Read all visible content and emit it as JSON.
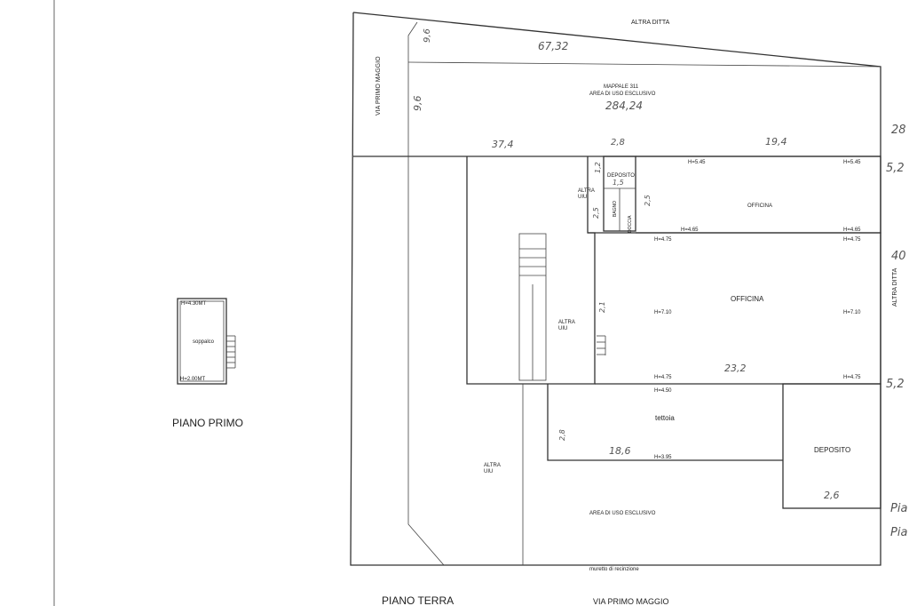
{
  "first_floor": {
    "title": "PIANO PRIMO",
    "room": "soppalco",
    "height_top": "H=4.30MT",
    "height_bottom": "H=2.00MT"
  },
  "ground_floor": {
    "title": "PIANO TERRA"
  },
  "streets": {
    "left": "VIA PRIMO MAGGIO",
    "bottom": "VIA PRIMO MAGGIO"
  },
  "neighbors": {
    "top": "ALTRA DITTA",
    "right": "ALTRA DITTA",
    "uiu_left_top": "ALTRA\nUIU",
    "uiu_middle": "ALTRA\nUIU",
    "uiu_bottom": "ALTRA\nUIU"
  },
  "parcel": {
    "line1": "MAPPALE 311",
    "line2": "AREA DI USO ESCLUSIVO",
    "area_bottom": "AREA DI USO ESCLUSIVO",
    "fence": "muretto di recinzione"
  },
  "rooms": {
    "deposito_small": "DEPOSITO",
    "bagno": "BAGNO",
    "doccia": "DOCCIA",
    "officina_upper": "OFFICINA",
    "officina_main": "OFFICINA",
    "tettoia": "tettoia",
    "deposito_big": "DEPOSITO"
  },
  "heights": {
    "h545_left": "H=5.45",
    "h545_right": "H=5.45",
    "h465_left": "H=4.65",
    "h465_right": "H=4.65",
    "h475_left_top": "H=4.75",
    "h475_right_top": "H=4.75",
    "h710_left": "H=7.10",
    "h710_right": "H=7.10",
    "h475_left_bottom": "H=4.75",
    "h475_right_bottom": "H=4.75",
    "h450": "H=4.50",
    "h395": "H=3.95"
  },
  "handwritten": {
    "top_length": "67,32",
    "parcel_area": "284,24",
    "left_side": "9,6",
    "top_corner": "9,6",
    "left_block": "37,4",
    "deposito_w": "2,8",
    "officina_top": "19,4",
    "right_edge_1": "28",
    "right_edge_2": "5,2",
    "right_edge_3": "40",
    "right_edge_4": "5,2",
    "officina_len": "23,2",
    "tettoia_len": "18,6",
    "deposito_len": "2,6",
    "misc_1": "1,2",
    "misc_2": "1,5",
    "misc_3": "2,5",
    "misc_4": "2,5",
    "misc_5": "2,1",
    "misc_6": "2,8",
    "right_pia_1": "Pia",
    "right_pia_2": "Pia"
  }
}
